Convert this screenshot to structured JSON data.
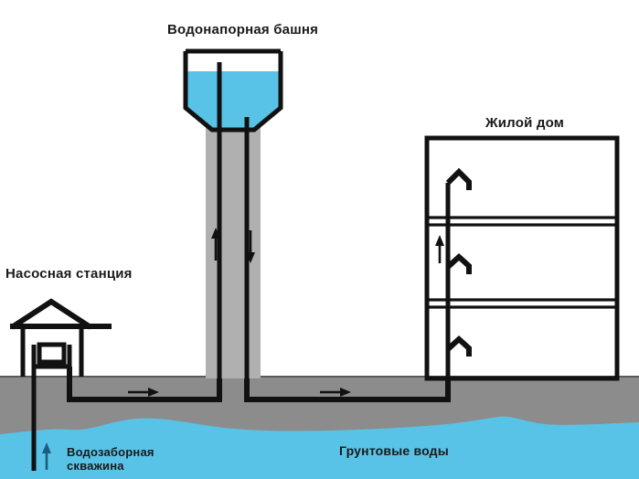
{
  "diagram": {
    "title_labels": {
      "tower": "Водонапорная башня",
      "house": "Жилой дом",
      "pump_station": "Насосная станция",
      "well": "Водозаборная\nскважина",
      "groundwater": "Грунтовые воды"
    },
    "colors": {
      "water_blue": "#58c3e6",
      "soil_gray": "#8c8c8c",
      "column_gray": "#b0b0b0",
      "pipe_black": "#111111",
      "well_arrow_blue": "#1b5f80",
      "background": "#ffffff"
    },
    "elements": {
      "water_tower": {
        "name": "Водонапорная башня",
        "tank_fill_level_percent": 72,
        "support_column": "gray",
        "pipes": 2
      },
      "residential_house": {
        "name": "Жилой дом",
        "floors": 3,
        "taps_per_floor": 1,
        "riser_pipe": true
      },
      "pump_station": {
        "name": "Насосная станция",
        "roof": "gable",
        "pump_unit": true
      },
      "well": {
        "name": "Водозаборная скважина",
        "flow_direction": "up"
      },
      "groundwater": {
        "name": "Грунтовые воды"
      }
    },
    "flow_arrows": [
      {
        "id": "well-up",
        "direction": "up",
        "location": "well-bore"
      },
      {
        "id": "supply-right-1",
        "direction": "right",
        "location": "pump-to-tower-main"
      },
      {
        "id": "riser-up",
        "direction": "up",
        "location": "tower-riser"
      },
      {
        "id": "downpipe-down",
        "direction": "down",
        "location": "tower-downpipe"
      },
      {
        "id": "supply-right-2",
        "direction": "right",
        "location": "tower-to-house-main"
      },
      {
        "id": "house-up",
        "direction": "up",
        "location": "house-riser"
      }
    ]
  }
}
